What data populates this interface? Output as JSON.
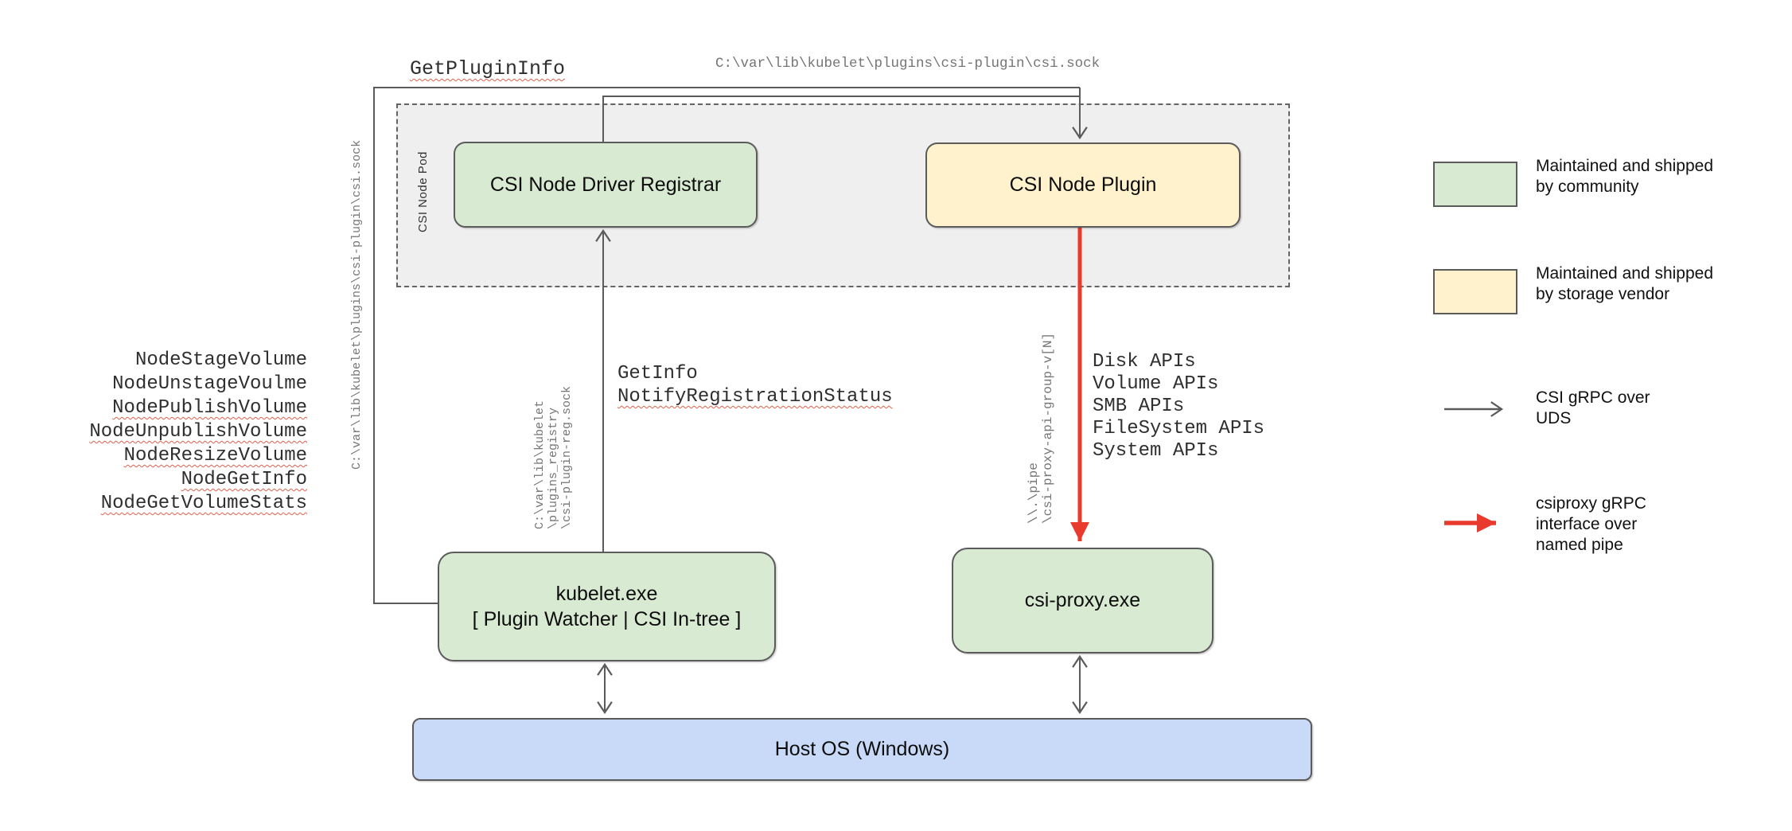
{
  "colors": {
    "green_fill": "#d9ead3",
    "yellow_fill": "#fff2cc",
    "blue_fill": "#c9daf8",
    "pod_fill": "#efefef",
    "line_gray": "#5b5b5b",
    "border_gray": "#5b5b5b",
    "arrow_red": "#e93b2d",
    "wavy_red": "#e0604c",
    "path_gray": "#757575",
    "mono_dark": "#2f2f2f",
    "label_dark": "#0d0d0d"
  },
  "nodes": {
    "pod_label": "CSI Node Pod",
    "registrar": "CSI Node Driver Registrar",
    "plugin": "CSI Node Plugin",
    "kubelet_line1": "kubelet.exe",
    "kubelet_line2": "[ Plugin Watcher | CSI In-tree ]",
    "csi_proxy": "csi-proxy.exe",
    "host_os": "Host OS (Windows)"
  },
  "labels": {
    "get_plugin_info": "GetPluginInfo",
    "csi_sock_path_top": "C:\\var\\lib\\kubelet\\plugins\\csi-plugin\\csi.sock",
    "csi_sock_path_left": "C:\\var\\lib\\kubelet\\plugins\\csi-plugin\\csi.sock",
    "get_info": "GetInfo",
    "notify_registration_status": "NotifyRegistrationStatus"
  },
  "reg_sock_path_lines": [
    "C:\\var\\lib\\kubelet",
    "\\plugins_registry",
    "\\csi-plugin-reg.sock"
  ],
  "pipe_path_lines": [
    "\\\\.\\pipe",
    "\\csi-proxy-api-group-v[N]"
  ],
  "node_calls": [
    {
      "text": "NodeStageVolume",
      "wavy": false
    },
    {
      "text": "NodeUnstageVoulme",
      "wavy": false
    },
    {
      "text": "NodePublishVolume",
      "wavy": true
    },
    {
      "text": "NodeUnpublishVolume",
      "wavy": true
    },
    {
      "text": "NodeResizeVolume",
      "wavy": true
    },
    {
      "text": "NodeGetInfo",
      "wavy": true
    },
    {
      "text": "NodeGetVolumeStats",
      "wavy": true
    }
  ],
  "api_calls": [
    "Disk APIs",
    "Volume APIs",
    "SMB APIs",
    "FileSystem APIs",
    "System APIs"
  ],
  "legend": [
    {
      "swatch": "green-box",
      "lines": [
        "Maintained and shipped",
        "by community"
      ]
    },
    {
      "swatch": "yellow-box",
      "lines": [
        "Maintained and shipped",
        "by storage vendor"
      ]
    },
    {
      "swatch": "gray-arrow",
      "lines": [
        "CSI gRPC over",
        "UDS"
      ]
    },
    {
      "swatch": "red-arrow",
      "lines": [
        "csiproxy gRPC",
        "interface over",
        "named pipe"
      ]
    }
  ]
}
